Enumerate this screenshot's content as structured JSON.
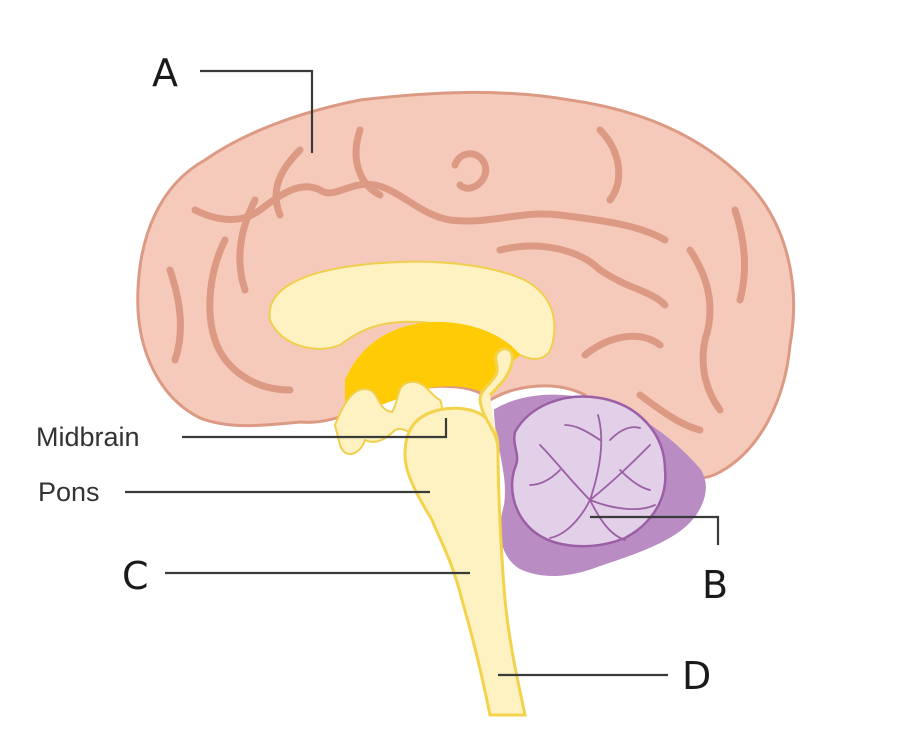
{
  "labels": {
    "a": "A",
    "b": "B",
    "c": "C",
    "d": "D",
    "midbrain": "Midbrain",
    "pons": "Pons"
  },
  "colors": {
    "cerebrum_fill": "#f6cabb",
    "cerebrum_stroke": "#dc9a84",
    "corpus_fill": "#fff2c2",
    "diencephalon_fill": "#ffcb05",
    "brainstem_fill": "#fff2c2",
    "brainstem_stroke": "#f3d24c",
    "cerebellum_dark": "#b98dc4",
    "cerebellum_light": "#e2cfe8",
    "cerebellum_stroke": "#9b5fa6"
  }
}
